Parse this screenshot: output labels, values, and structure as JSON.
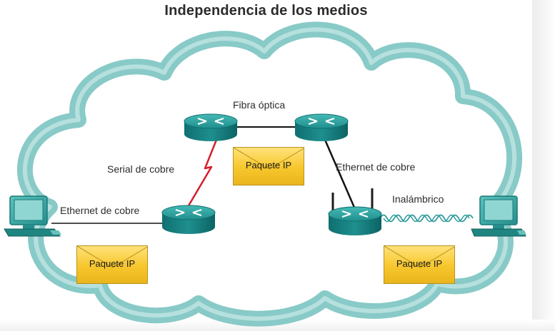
{
  "title": "Independencia de los medios",
  "labels": {
    "fiber": "Fibra óptica",
    "serial_copper": "Serial de cobre",
    "ethernet_right": "Ethernet de cobre",
    "ethernet_left": "Ethernet de cobre",
    "wireless": "Inalámbrico"
  },
  "packets": {
    "center": "Paquete IP",
    "left": "Paquete IP",
    "right": "Paquete IP"
  },
  "icons": [
    "cloud-icon",
    "router-icon",
    "wireless-router-icon",
    "computer-icon",
    "envelope-icon"
  ],
  "colors": {
    "cloud_fill": "#ffffff",
    "cloud_outline": "#7fc6c4",
    "router": "#1f8f8e",
    "serial_link": "#d61f2b",
    "envelope": "#f7c62c"
  }
}
